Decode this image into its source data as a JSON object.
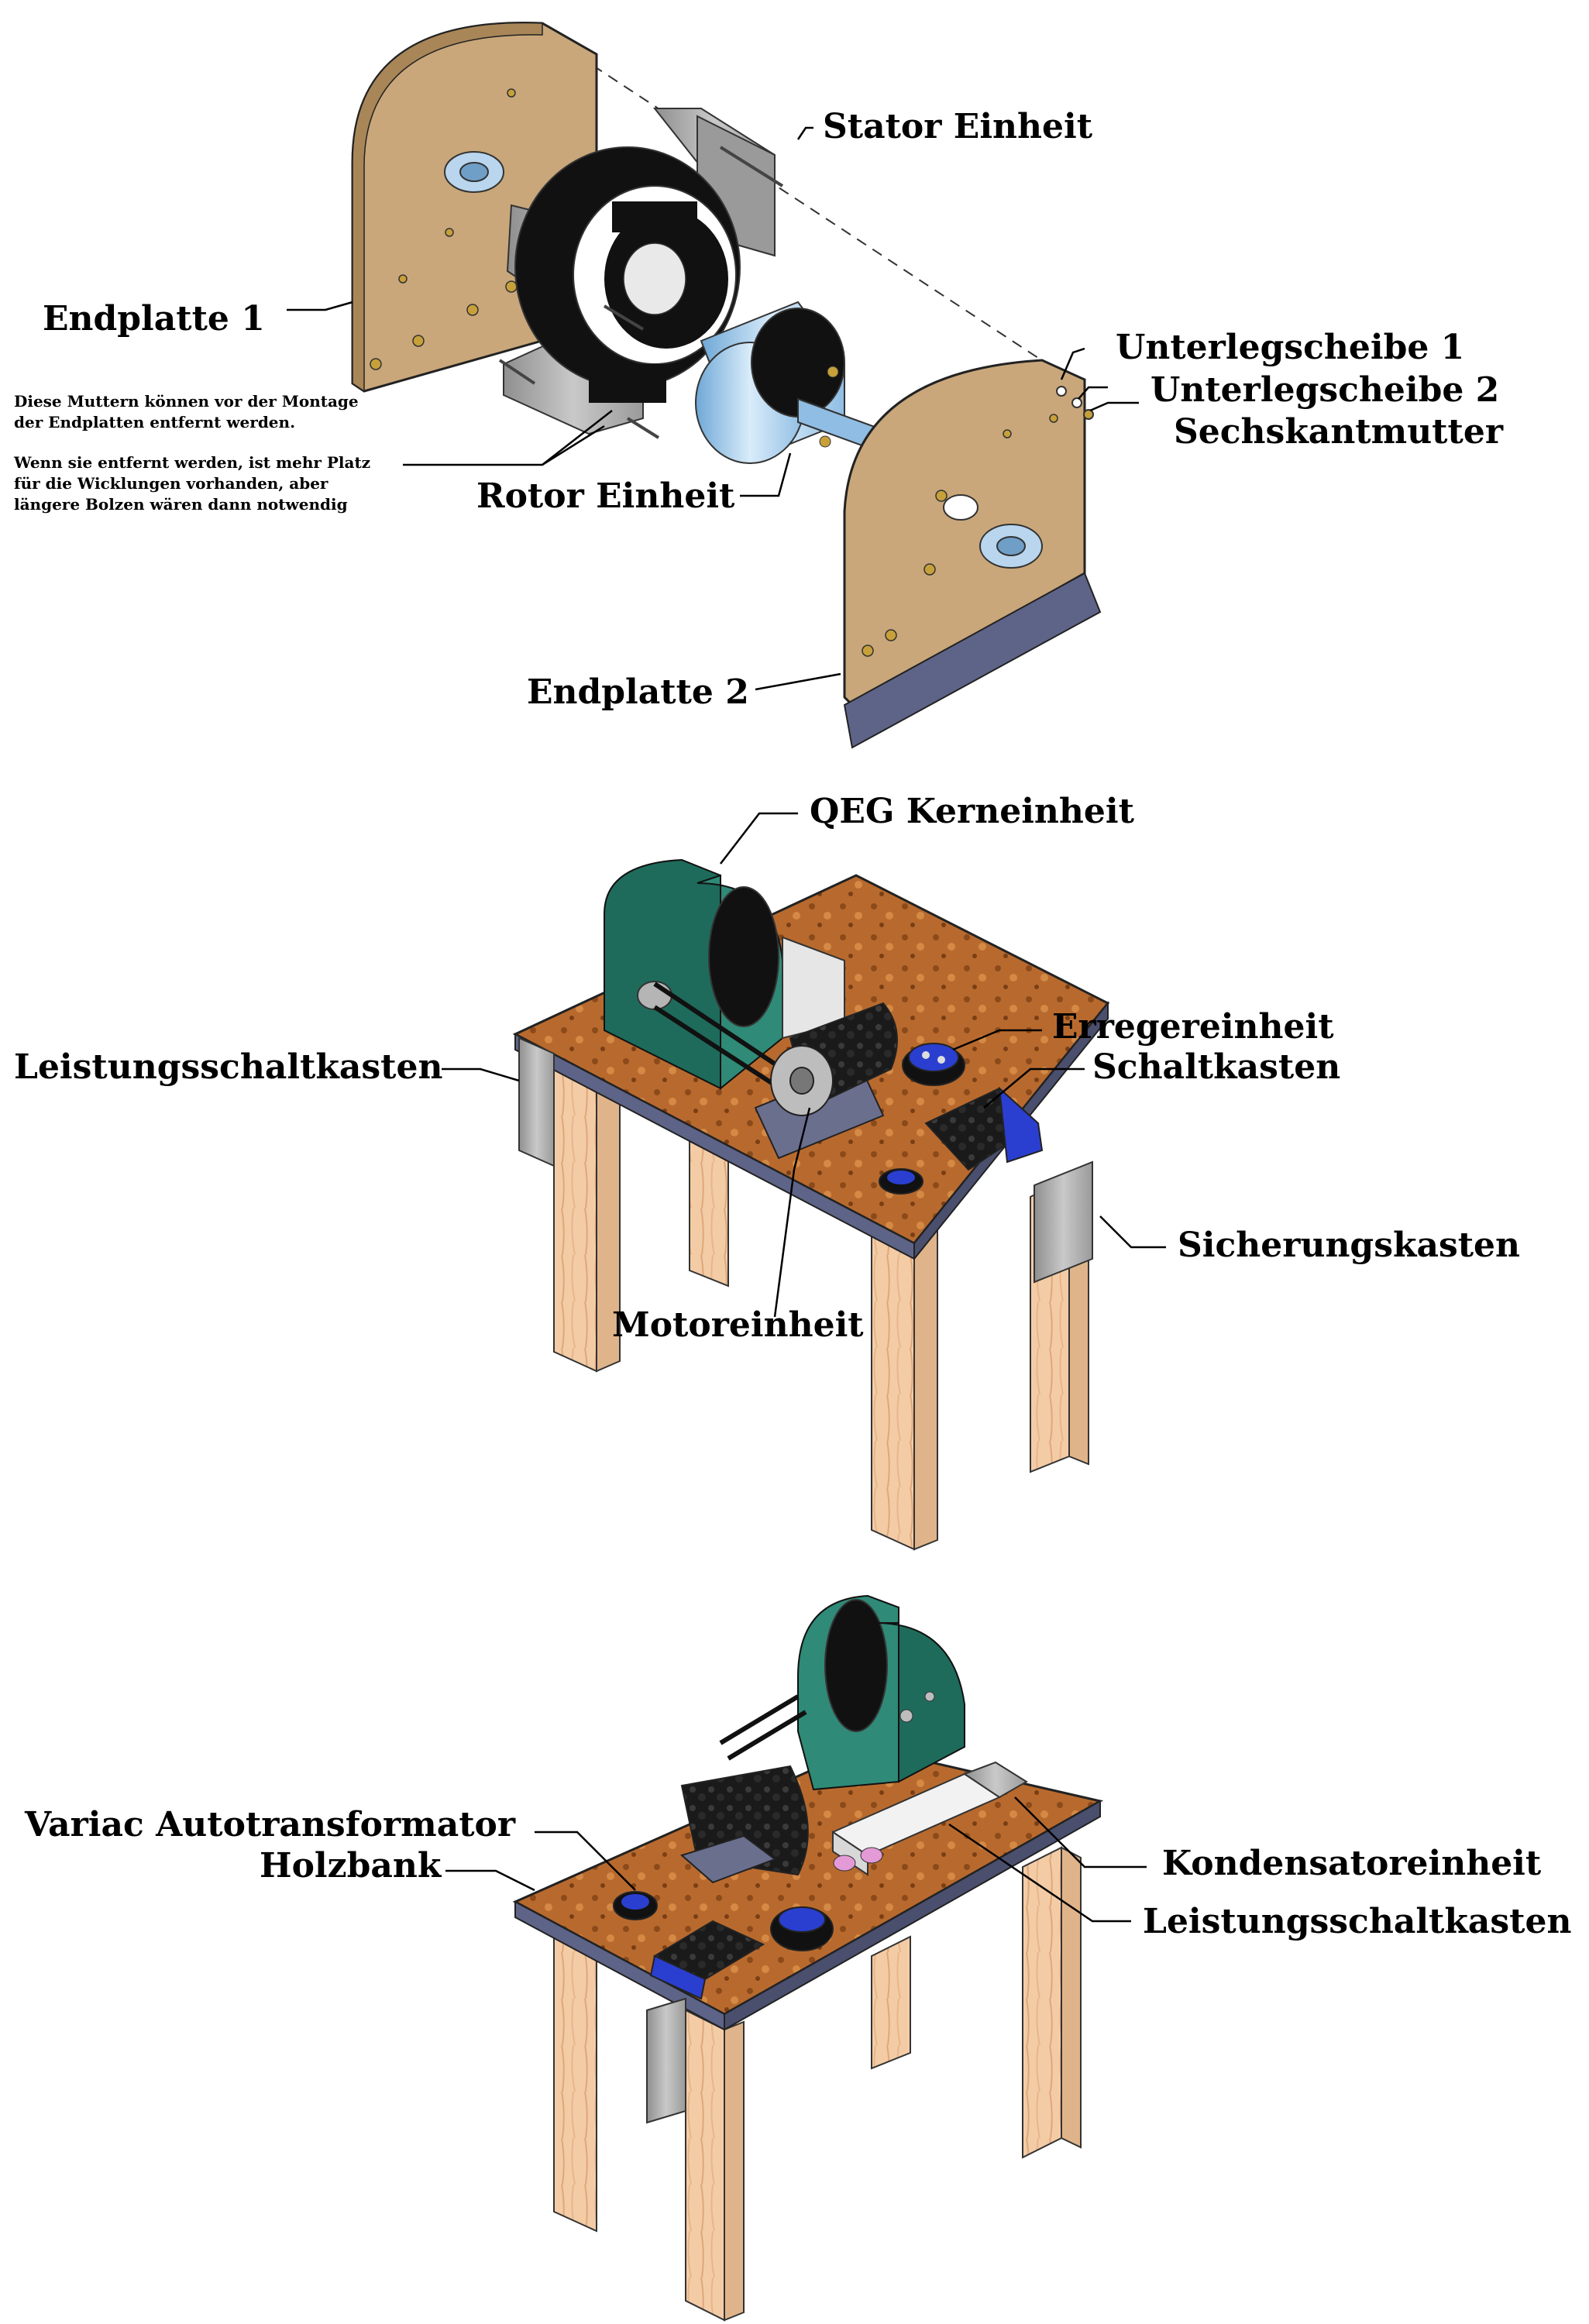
{
  "section1": {
    "labels": {
      "stator": "Stator Einheit",
      "endplatte1": "Endplatte 1",
      "unterlegscheibe1": "Unterlegscheibe 1",
      "unterlegscheibe2": "Unterlegscheibe 2",
      "sechskantmutter": "Sechskantmutter",
      "rotor": "Rotor Einheit",
      "endplatte2": "Endplatte 2"
    },
    "note_lines": [
      "Diese Muttern können vor der Montage",
      "der Endplatten entfernt werden.",
      "Wenn sie entfernt werden, ist mehr Platz",
      "für die Wicklungen vorhanden, aber",
      "längere Bolzen wären dann notwendig"
    ]
  },
  "section2": {
    "labels": {
      "qeg": "QEG Kerneinheit",
      "leistungsschaltkasten": "Leistungsschaltkasten",
      "erregereinheit": "Erregereinheit",
      "schaltkasten": "Schaltkasten",
      "sicherungskasten": "Sicherungskasten",
      "motoreinheit": "Motoreinheit"
    }
  },
  "section3": {
    "labels": {
      "variac": "Variac Autotransformator",
      "holzbank": "Holzbank",
      "kondensatoreinheit": "Kondensatoreinheit",
      "leistungsschaltkasten": "Leistungsschaltkasten"
    }
  },
  "colors": {
    "wood_plate": "#c9a77a",
    "tabletop": "#b86a2e",
    "table_leg": "#f0c9a2",
    "green_housing": "#1e6b5c",
    "steel": "#a8a8a8",
    "coil_black": "#111111",
    "rotor_blue": "#9cc8ea",
    "blue_box": "#2a3fd0"
  }
}
